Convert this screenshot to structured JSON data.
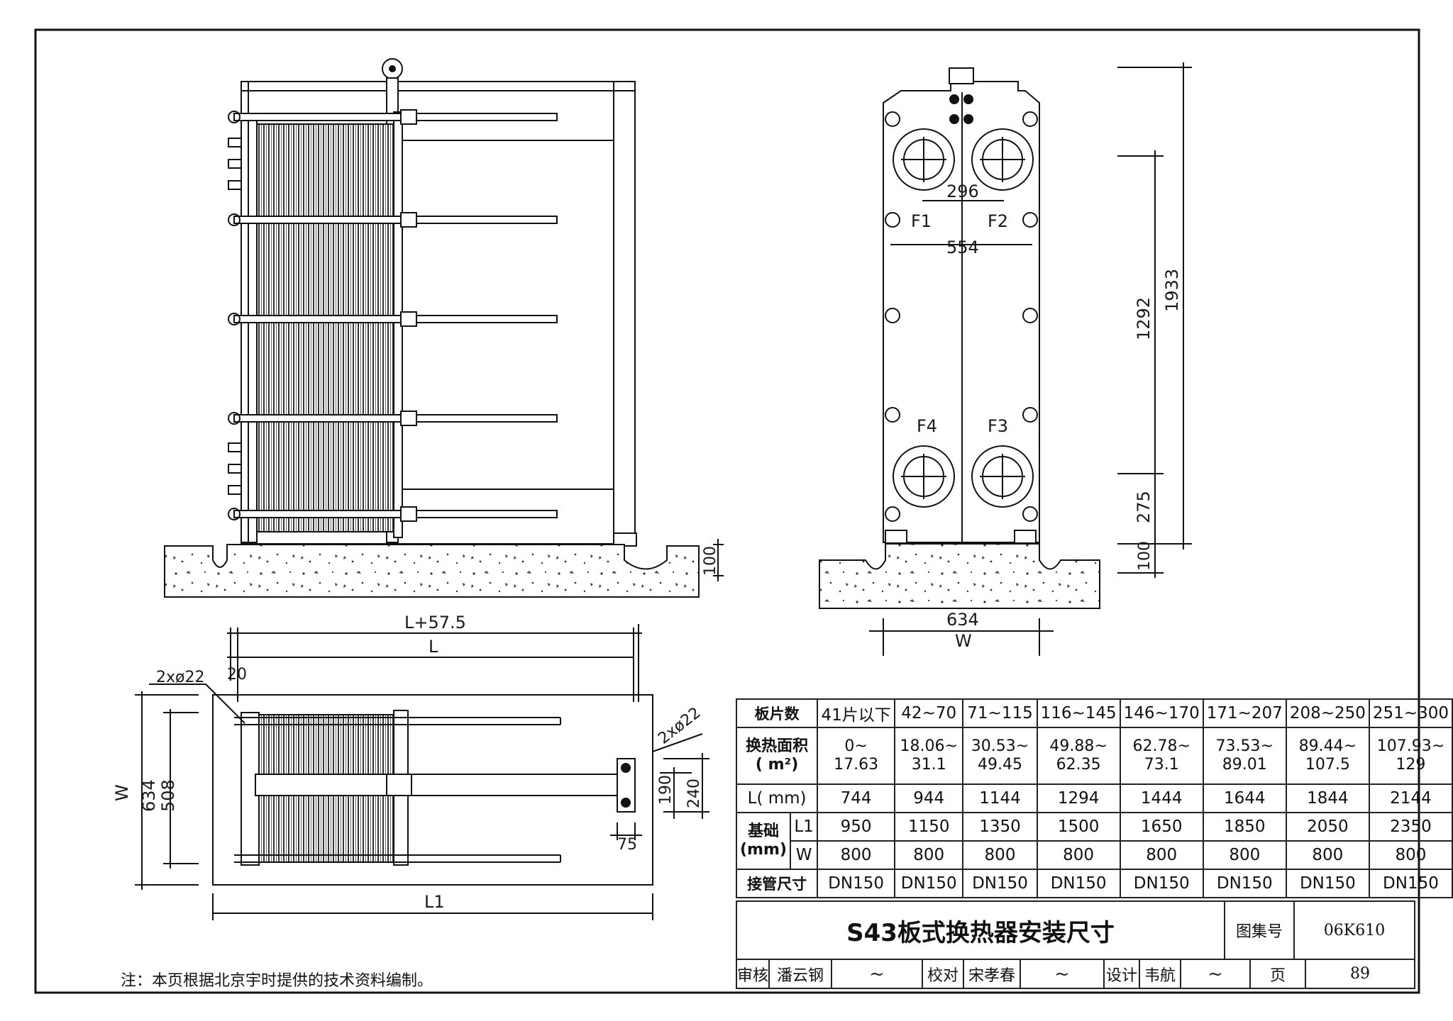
{
  "note": "注：本页根据北京宇时提供的技术资料编制。",
  "side_view": {
    "dim_height": "100"
  },
  "front_view": {
    "port_spacing": "296",
    "port_width": "554",
    "port_labels": [
      "F1",
      "F2",
      "F4",
      "F3"
    ],
    "dim_1292": "1292",
    "dim_1933": "1933",
    "dim_275": "275",
    "dim_100": "100",
    "dim_634": "634",
    "dim_w": "W"
  },
  "plan_view": {
    "dim_l_plus": "L+57.5",
    "dim_l": "L",
    "dim_20": "20",
    "hole_left": "2xø22",
    "hole_right": "2xø22",
    "dim_w": "W",
    "dim_634": "634",
    "dim_508": "508",
    "dim_190": "190",
    "dim_240": "240",
    "dim_75": "75",
    "dim_l1": "L1"
  },
  "table": {
    "row_plates": {
      "label": "板片数",
      "values": [
        "41片以下",
        "42~70",
        "71~115",
        "116~145",
        "146~170",
        "171~207",
        "208~250",
        "251~300"
      ]
    },
    "row_area": {
      "label_line1": "换热面积",
      "label_line2": "( m²)",
      "values_line1": [
        "0~",
        "18.06~",
        "30.53~",
        "49.88~",
        "62.78~",
        "73.53~",
        "89.44~",
        "107.93~"
      ],
      "values_line2": [
        "17.63",
        "31.1",
        "49.45",
        "62.35",
        "73.1",
        "89.01",
        "107.5",
        "129"
      ]
    },
    "row_l": {
      "label": "L( mm)",
      "values": [
        "744",
        "944",
        "1144",
        "1294",
        "1444",
        "1644",
        "1844",
        "2144"
      ]
    },
    "row_base": {
      "label_line1": "基础",
      "label_line2": "(mm)",
      "sub_l1": "L1",
      "sub_w": "W",
      "l1_values": [
        "950",
        "1150",
        "1350",
        "1500",
        "1650",
        "1850",
        "2050",
        "2350"
      ],
      "w_values": [
        "800",
        "800",
        "800",
        "800",
        "800",
        "800",
        "800",
        "800"
      ]
    },
    "row_pipe": {
      "label": "接管尺寸",
      "values": [
        "DN150",
        "DN150",
        "DN150",
        "DN150",
        "DN150",
        "DN150",
        "DN150",
        "DN150"
      ]
    }
  },
  "title_block": {
    "title": "S43板式换热器安装尺寸",
    "atlas_label": "图集号",
    "atlas_no": "06K610",
    "review_label": "审核",
    "reviewer": "潘云钢",
    "check_label": "校对",
    "checker": "宋孝春",
    "design_label": "设计",
    "designer": "韦航",
    "page_label": "页",
    "page_no": "89"
  }
}
